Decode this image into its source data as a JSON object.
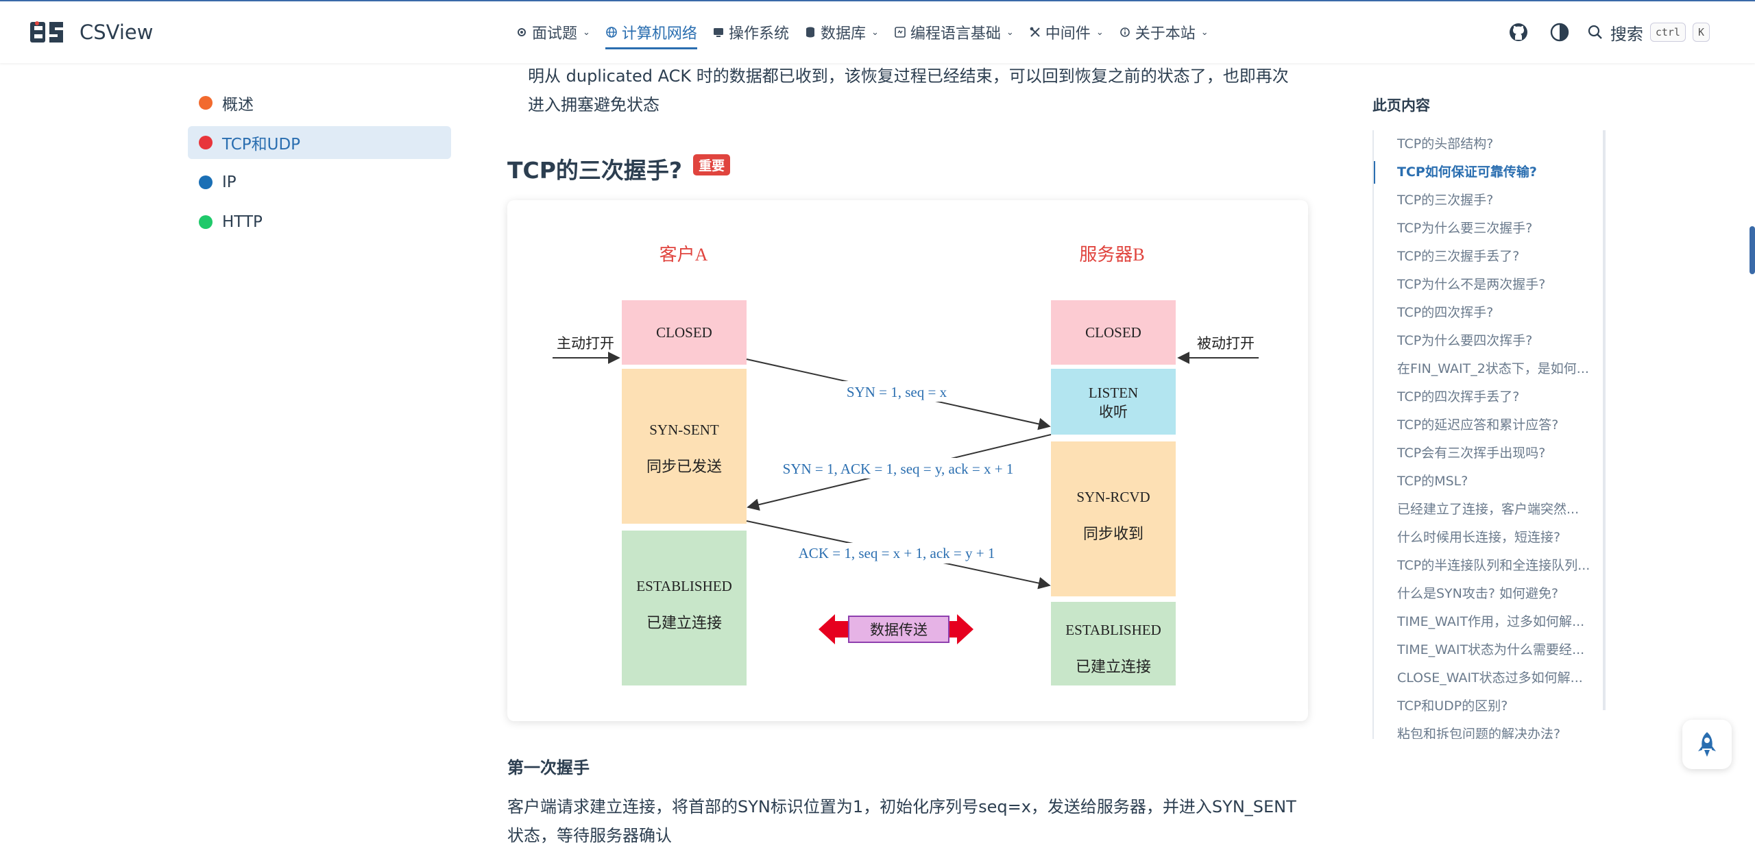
{
  "brand": {
    "name": "CSView"
  },
  "nav": {
    "items": [
      {
        "label": "面试题",
        "icon": "gear-icon",
        "active": false
      },
      {
        "label": "计算机网络",
        "icon": "globe-icon",
        "active": true
      },
      {
        "label": "操作系统",
        "icon": "monitor-icon",
        "active": false
      },
      {
        "label": "数据库",
        "icon": "database-icon",
        "active": false
      },
      {
        "label": "编程语言基础",
        "icon": "code-icon",
        "active": false
      },
      {
        "label": "中间件",
        "icon": "tools-icon",
        "active": false
      },
      {
        "label": "关于本站",
        "icon": "info-icon",
        "active": false
      }
    ],
    "search_label": "搜索",
    "kbd_ctrl": "ctrl",
    "kbd_k": "K"
  },
  "sidebar": {
    "items": [
      {
        "label": "概述",
        "color": "#f26a2e",
        "active": false
      },
      {
        "label": "TCP和UDP",
        "color": "#e8353b",
        "active": true
      },
      {
        "label": "IP",
        "color": "#1a6fb5",
        "active": false
      },
      {
        "label": "HTTP",
        "color": "#1fc96a",
        "active": false
      }
    ]
  },
  "article": {
    "para_top": "明从 duplicated ACK 时的数据都已收到，该恢复过程已经结束，可以回到恢复之前的状态了，也即再次进入拥塞避免状态",
    "heading": "TCP的三次握手?",
    "badge": "重要",
    "subheading": "第一次握手",
    "para_bottom": "客户端请求建立连接，将首部的SYN标识位置为1，初始化序列号seq=x，发送给服务器，并进入SYN_SENT状态，等待服务器确认"
  },
  "diagram": {
    "client_title": "客户A",
    "server_title": "服务器B",
    "active_open": "主动打开",
    "passive_open": "被动打开",
    "client_closed": "CLOSED",
    "client_syn_sent": "SYN-SENT",
    "client_syn_sent_cn": "同步已发送",
    "client_established": "ESTABLISHED",
    "client_established_cn": "已建立连接",
    "server_closed": "CLOSED",
    "server_listen": "LISTEN",
    "server_listen_cn": "收听",
    "server_syn_rcvd": "SYN-RCVD",
    "server_syn_rcvd_cn": "同步收到",
    "server_established": "ESTABLISHED",
    "server_established_cn": "已建立连接",
    "msg1": "SYN = 1, seq = x",
    "msg2": "SYN = 1, ACK = 1, seq = y, ack = x + 1",
    "msg3": "ACK = 1, seq = x + 1, ack = y + 1",
    "data_transfer": "数据传送"
  },
  "toc": {
    "title": "此页内容",
    "items": [
      {
        "label": "TCP的头部结构?",
        "active": false
      },
      {
        "label": "TCP如何保证可靠传输?",
        "active": true
      },
      {
        "label": "TCP的三次握手?",
        "active": false
      },
      {
        "label": "TCP为什么要三次握手?",
        "active": false
      },
      {
        "label": "TCP的三次握手丢了?",
        "active": false
      },
      {
        "label": "TCP为什么不是两次握手?",
        "active": false
      },
      {
        "label": "TCP的四次挥手?",
        "active": false
      },
      {
        "label": "TCP为什么要四次挥手?",
        "active": false
      },
      {
        "label": "在FIN_WAIT_2状态下，是如何...",
        "active": false
      },
      {
        "label": "TCP的四次挥手丢了?",
        "active": false
      },
      {
        "label": "TCP的延迟应答和累计应答?",
        "active": false
      },
      {
        "label": "TCP会有三次挥手出现吗?",
        "active": false
      },
      {
        "label": "TCP的MSL?",
        "active": false
      },
      {
        "label": "已经建立了连接，客户端突然...",
        "active": false
      },
      {
        "label": "什么时候用长连接，短连接?",
        "active": false
      },
      {
        "label": "TCP的半连接队列和全连接队列...",
        "active": false
      },
      {
        "label": "什么是SYN攻击? 如何避免?",
        "active": false
      },
      {
        "label": "TIME_WAIT作用，过多如何解...",
        "active": false
      },
      {
        "label": "TIME_WAIT状态为什么需要经...",
        "active": false
      },
      {
        "label": "CLOSE_WAIT状态过多如何解...",
        "active": false
      },
      {
        "label": "TCP和UDP的区别?",
        "active": false
      },
      {
        "label": "粘包和拆包问题的解决办法?",
        "active": false
      }
    ]
  }
}
